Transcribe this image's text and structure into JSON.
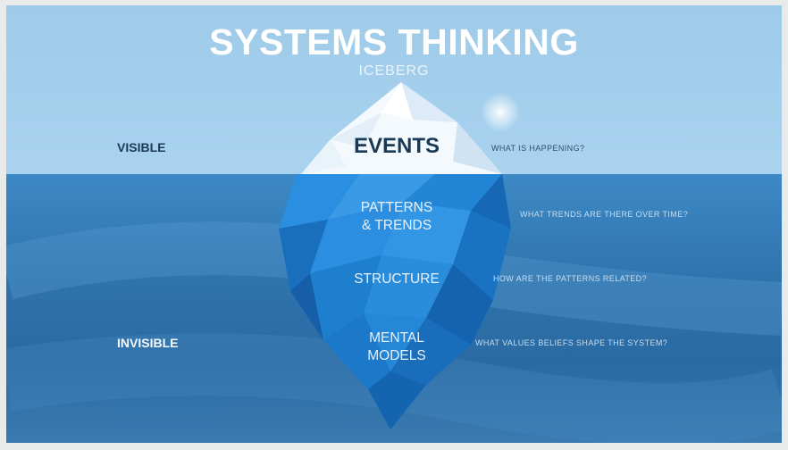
{
  "header": {
    "title": "SYSTEMS THINKING",
    "subtitle": "ICEBERG"
  },
  "zones": {
    "visible": "VISIBLE",
    "invisible": "INVISIBLE"
  },
  "levels": [
    {
      "label": "EVENTS",
      "question": "WHAT IS HAPPENING?"
    },
    {
      "label": "PATTERNS\n& TRENDS",
      "question": "WHAT TRENDS ARE THERE OVER TIME?"
    },
    {
      "label": "STRUCTURE",
      "question": "HOW ARE THE PATTERNS RELATED?"
    },
    {
      "label": "MENTAL\nMODELS",
      "question": "WHAT VALUES BELIEFS SHAPE THE SYSTEM?"
    }
  ],
  "colors": {
    "sky": "#a8d2ee",
    "water": "#2f73ad",
    "ice_top": "#ffffff",
    "ice_under": "#1f7fd0",
    "events_text": "#183a57"
  }
}
